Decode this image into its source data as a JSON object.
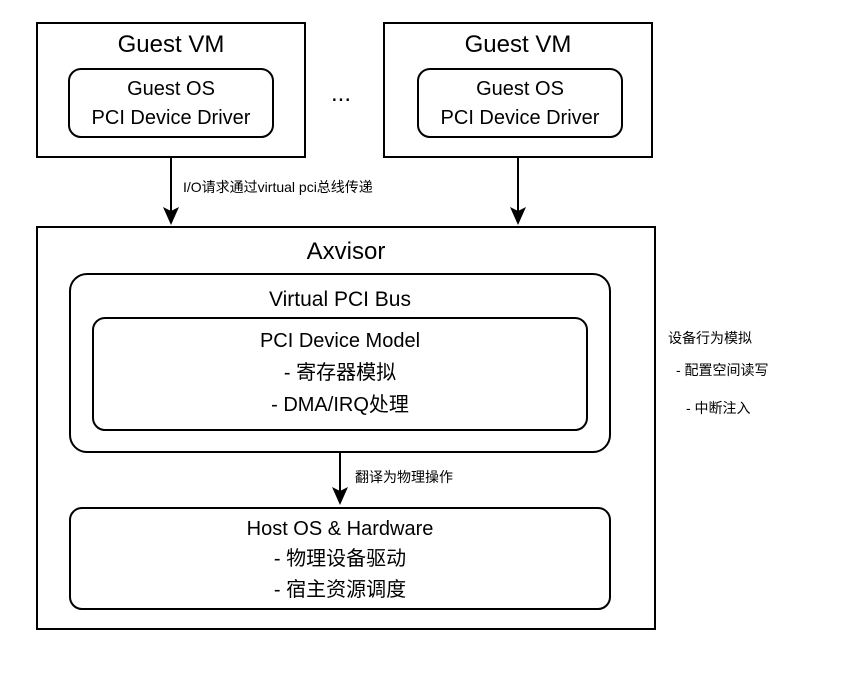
{
  "guest_vms": [
    {
      "title": "Guest VM",
      "os_line1": "Guest OS",
      "os_line2": "PCI Device Driver"
    },
    {
      "title": "Guest VM",
      "os_line1": "Guest OS",
      "os_line2": "PCI Device Driver"
    }
  ],
  "ellipsis": "...",
  "io_label": "I/O请求通过virtual pci总线传递",
  "axvisor": {
    "title": "Axvisor",
    "bus_title": "Virtual PCI Bus",
    "device_model": {
      "title": "PCI Device Model",
      "items": [
        "- 寄存器模拟",
        "- DMA/IRQ处理"
      ]
    },
    "translate_label": "翻译为物理操作",
    "host": {
      "title": "Host OS & Hardware",
      "items": [
        "- 物理设备驱动",
        "- 宿主资源调度"
      ]
    }
  },
  "side_note": {
    "title": "设备行为模拟",
    "items": [
      "- 配置空间读写",
      "- 中断注入"
    ]
  }
}
